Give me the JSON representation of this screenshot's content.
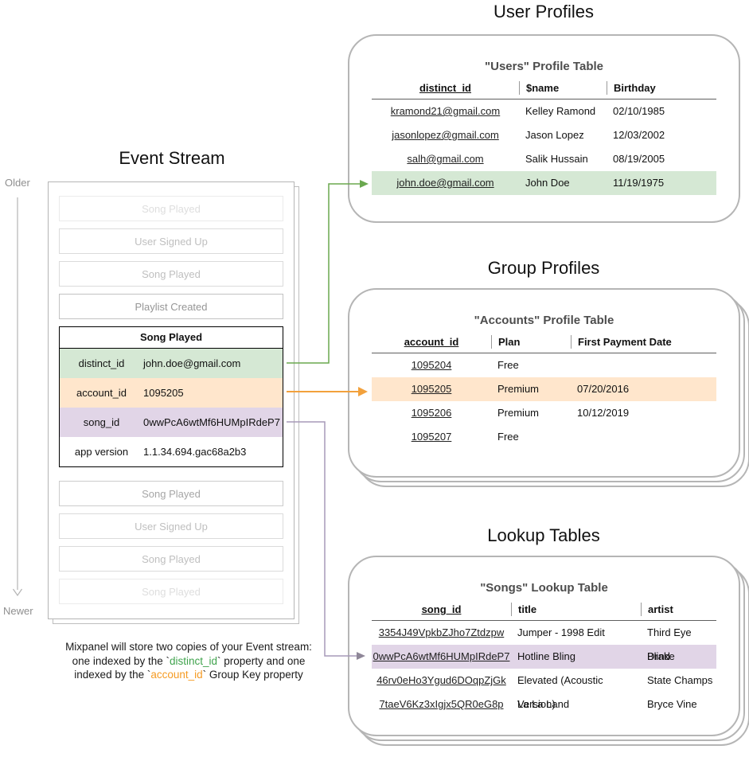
{
  "event_stream": {
    "title": "Event Stream",
    "older_label": "Older",
    "newer_label": "Newer",
    "items_before": [
      "Song Played",
      "User Signed Up",
      "Song Played",
      "Playlist Created"
    ],
    "event_table": {
      "title": "Song Played",
      "rows": [
        {
          "key": "distinct_id",
          "value": "john.doe@gmail.com"
        },
        {
          "key": "account_id",
          "value": "1095205"
        },
        {
          "key": "song_id",
          "value": "0wwPcA6wtMf6HUMpIRdeP7"
        },
        {
          "key": "app version",
          "value": "1.1.34.694.gac68a2b3"
        }
      ]
    },
    "items_after": [
      "Song Played",
      "User Signed Up",
      "Song Played",
      "Song Played"
    ]
  },
  "caption": {
    "line1": "Mixpanel will store two copies of your Event stream:",
    "line2_pre": "one indexed by the `",
    "line2_code": "distinct_id",
    "line2_post": "` property and one",
    "line3_pre": "indexed by the `",
    "line3_code": "account_id",
    "line3_post": "` Group Key property"
  },
  "user_profiles": {
    "section_title": "User Profiles",
    "card_title": "\"Users\" Profile Table",
    "headers": [
      "distinct_id",
      "$name",
      "Birthday"
    ],
    "rows": [
      [
        "kramond21@gmail.com",
        "Kelley Ramond",
        "02/10/1985"
      ],
      [
        "jasonlopez@gmail.com",
        "Jason Lopez",
        "12/03/2002"
      ],
      [
        "salh@gmail.com",
        "Salik Hussain",
        "08/19/2005"
      ],
      [
        "john.doe@gmail.com",
        "John Doe",
        "11/19/1975"
      ]
    ],
    "highlighted_row": "john.doe@gmail.com"
  },
  "group_profiles": {
    "section_title": "Group Profiles",
    "card_title": "\"Accounts\" Profile Table",
    "headers": [
      "account_id",
      "Plan",
      "First Payment Date"
    ],
    "rows": [
      [
        "1095204",
        "Free",
        ""
      ],
      [
        "1095205",
        "Premium",
        "07/20/2016"
      ],
      [
        "1095206",
        "Premium",
        "10/12/2019"
      ],
      [
        "1095207",
        "Free",
        ""
      ]
    ],
    "highlighted_row": "1095205"
  },
  "lookup_tables": {
    "section_title": "Lookup Tables",
    "card_title": "\"Songs\" Lookup Table",
    "headers": [
      "song_id",
      "title",
      "artist"
    ],
    "rows": [
      [
        "3354J49VpkbZJho7Ztdzpw",
        "Jumper - 1998 Edit",
        "Third Eye Blind"
      ],
      [
        "0wwPcA6wtMf6HUMpIRdeP7",
        "Hotline Bling",
        "Drake"
      ],
      [
        "46rv0eHo3Ygud6DOqpZjGk",
        "Elevated (Acoustic Version)",
        "State Champs"
      ],
      [
        "7taeV6Kz3xIgjx5QR0eG8p",
        "La La Land",
        "Bryce Vine"
      ]
    ],
    "highlighted_row": "0wwPcA6wtMf6HUMpIRdeP7"
  },
  "colors": {
    "green_highlight": "#d5e8d4",
    "orange_highlight": "#ffe6cc",
    "purple_highlight": "#e1d5e7",
    "green_arrow": "#6aa84f",
    "orange_arrow": "#f2a13c",
    "purple_arrow": "#a79ab8",
    "caption_green": "#3fa34d",
    "caption_orange": "#f59b23",
    "card_border": "#b5b5b5"
  }
}
